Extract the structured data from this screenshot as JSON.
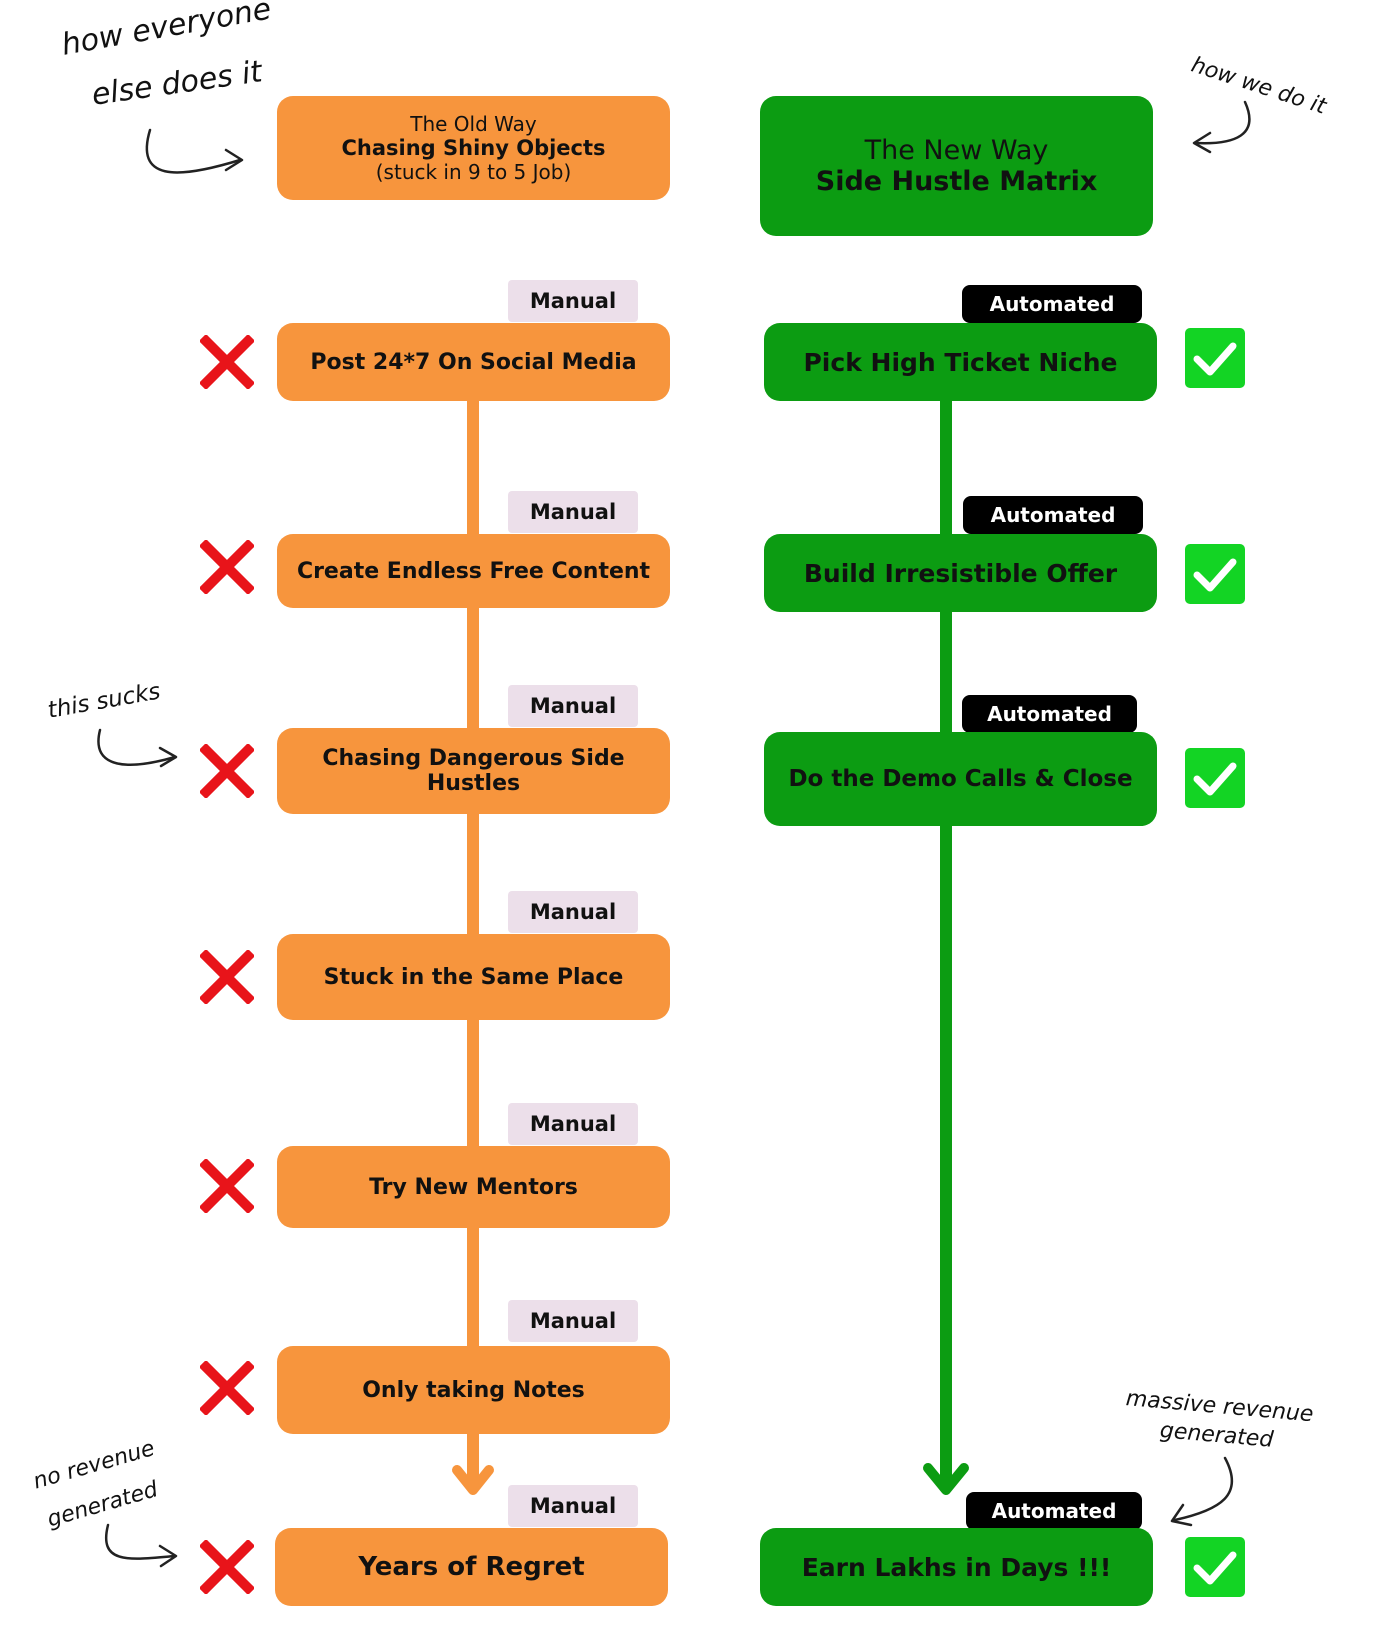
{
  "old_way": {
    "header": {
      "line1": "The Old Way",
      "line2": "Chasing Shiny Objects",
      "line3": "(stuck in 9 to 5 Job)"
    },
    "tag_label": "Manual",
    "steps": [
      "Post 24*7 On Social Media",
      "Create Endless Free Content",
      "Chasing Dangerous Side Hustles",
      "Stuck in the Same Place",
      "Try New Mentors",
      "Only taking Notes",
      "Years of Regret"
    ]
  },
  "new_way": {
    "header": {
      "line1": "The New Way",
      "line2": "Side Hustle Matrix"
    },
    "tag_label": "Automated",
    "steps": [
      "Pick High Ticket Niche",
      "Build Irresistible Offer",
      "Do the Demo Calls & Close",
      "Earn Lakhs in Days !!!"
    ]
  },
  "notes": {
    "everyone_line1": "how everyone",
    "everyone_line2": "else does it",
    "we_do_it": "how we do it",
    "this_sucks": "this sucks",
    "no_revenue_line1": "no revenue",
    "no_revenue_line2": "generated",
    "massive_line1": "massive revenue",
    "massive_line2": "generated"
  },
  "colors": {
    "orange": "#f7953d",
    "green": "#0c9c12",
    "cross_red": "#e8141a",
    "check_green": "#13d424",
    "manual_tag": "#ecdfea",
    "auto_tag": "#000000"
  }
}
